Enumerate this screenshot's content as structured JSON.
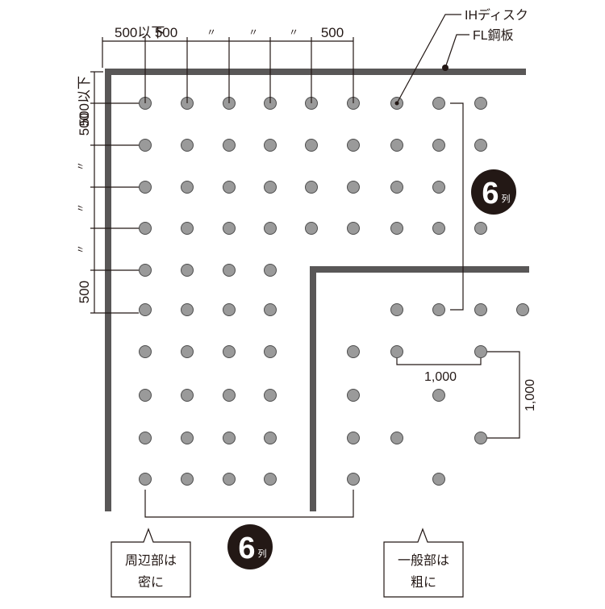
{
  "labels": {
    "ih_disk": "IHディスク",
    "fl_plate": "FL鋼板",
    "dim_top_first": "500以下",
    "dim_top_second": "500",
    "dim_top_same": "〃",
    "dim_top_last": "500",
    "dim_left_first": "500以下",
    "dim_left_second": "500",
    "dim_left_same": "〃",
    "dim_left_last": "500",
    "dim_general_h": "1,000",
    "dim_general_v": "1,000",
    "rows_badge_number": "6",
    "rows_badge_unit": "列",
    "cols_badge_number": "6",
    "cols_badge_unit": "列",
    "perimeter_note_line1": "周辺部は",
    "perimeter_note_line2": "密に",
    "general_note_line1": "一般部は",
    "general_note_line2": "粗に"
  },
  "colors": {
    "wall": "#595757",
    "disc_fill": "#9a9a9a",
    "disc_stroke": "#4d4d4d",
    "badge": "#231815",
    "ink": "#231815"
  },
  "layout_grid": {
    "columns": 10,
    "rows": 10
  }
}
